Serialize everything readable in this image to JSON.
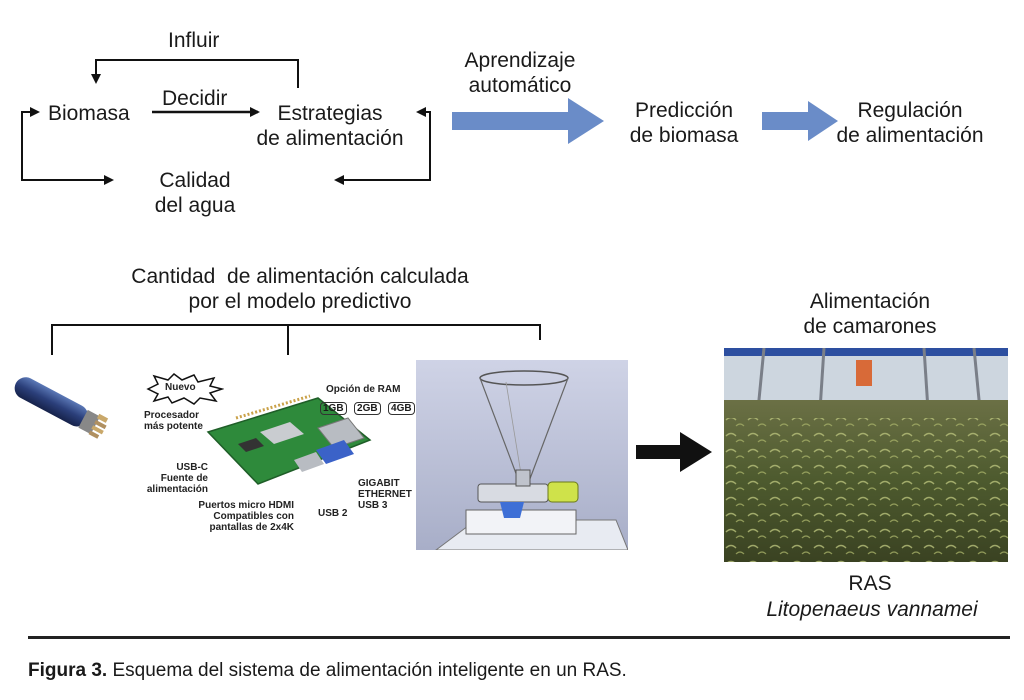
{
  "top": {
    "influir": "Influir",
    "decidir": "Decidir",
    "biomasa": "Biomasa",
    "estrategias_1": "Estrategias",
    "estrategias_2": "de alimentación",
    "calidad_1": "Calidad",
    "calidad_2": "del agua",
    "aprendizaje_1": "Aprendizaje",
    "aprendizaje_2": "automático",
    "prediccion_1": "Predicción",
    "prediccion_2": "de biomasa",
    "regulacion_1": "Regulación",
    "regulacion_2": "de alimentación"
  },
  "bottom": {
    "cantidad_1": "Cantidad  de alimentación calculada",
    "cantidad_2": "por el modelo predictivo",
    "alimentacion_1": "Alimentación",
    "alimentacion_2": "de camarones",
    "ras": "RAS",
    "species": "Litopenaeus vannamei"
  },
  "pi": {
    "nuevo": "Nuevo",
    "procesador_1": "Procesador",
    "procesador_2": "más potente",
    "ram_title": "Opción de RAM",
    "ram_1": "1GB",
    "ram_2": "2GB",
    "ram_3": "4GB",
    "usbc_1": "USB-C",
    "usbc_2": "Fuente de",
    "usbc_3": "alimentación",
    "hdmi_1": "Puertos micro HDMI",
    "hdmi_2": "Compatibles con",
    "hdmi_3": "pantallas de 2x4K",
    "usb2": "USB 2",
    "gigabit_1": "GIGABIT",
    "gigabit_2": "ETHERNET",
    "usb3": "USB 3"
  },
  "caption": {
    "label": "Figura 3.",
    "text": " Esquema del sistema de alimentación inteligente en un RAS."
  },
  "colors": {
    "blue_arrow": "#6a8cc8",
    "black": "#111111",
    "water": "#4d5a2e"
  }
}
